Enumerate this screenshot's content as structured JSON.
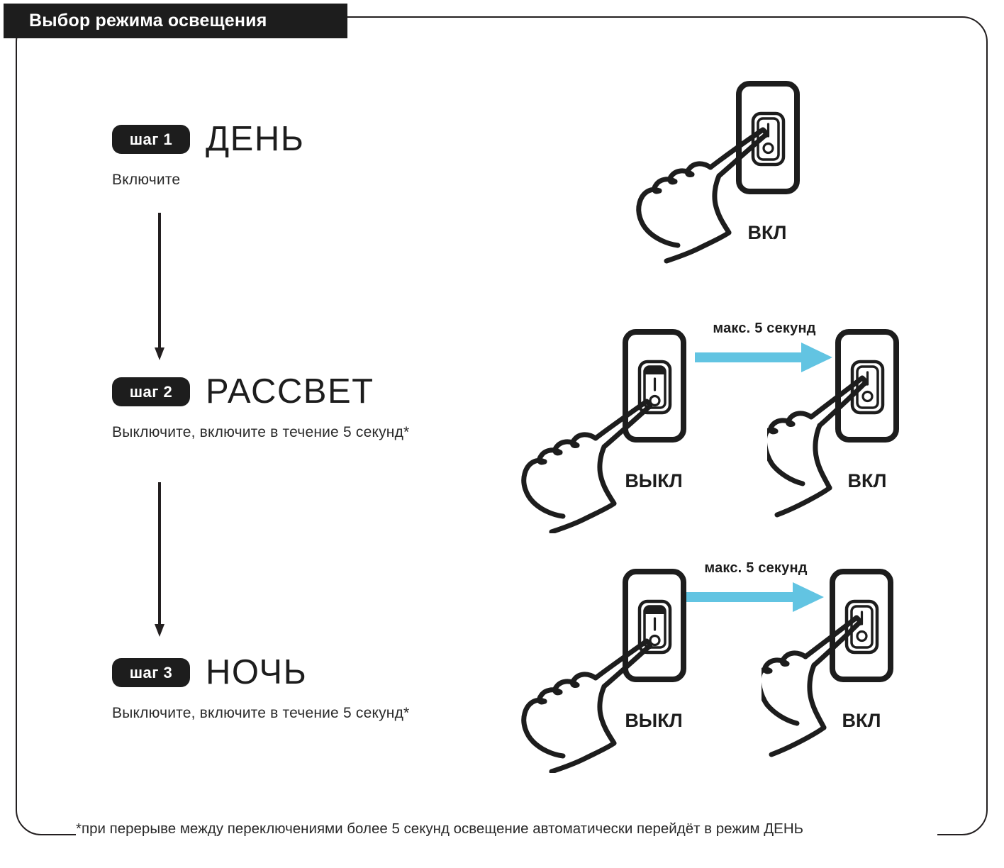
{
  "header": {
    "title": "Выбор режима освещения"
  },
  "colors": {
    "ink": "#1d1d1d",
    "arrow_blue": "#62c4e2",
    "border": "#231f20",
    "background": "#ffffff"
  },
  "steps": [
    {
      "pill": "шаг 1",
      "mode": "ДЕНЬ",
      "description": "Включите",
      "actions": [
        {
          "state": "on",
          "label": "ВКЛ"
        }
      ],
      "timing": null
    },
    {
      "pill": "шаг 2",
      "mode": "РАССВЕТ",
      "description": "Выключите, включите в течение 5 секунд*",
      "actions": [
        {
          "state": "off",
          "label": "ВЫКЛ"
        },
        {
          "state": "on",
          "label": "ВКЛ"
        }
      ],
      "timing": "макс. 5 секунд"
    },
    {
      "pill": "шаг 3",
      "mode": "НОЧЬ",
      "description": "Выключите, включите в течение 5 секунд*",
      "actions": [
        {
          "state": "off",
          "label": "ВЫКЛ"
        },
        {
          "state": "on",
          "label": "ВКЛ"
        }
      ],
      "timing": "макс. 5 секунд"
    }
  ],
  "switch_marks": {
    "on_mark": "I",
    "off_mark": "O"
  },
  "footnote": "*при перерыве между переключениями более 5 секунд освещение автоматически перейдёт в режим ДЕНЬ"
}
